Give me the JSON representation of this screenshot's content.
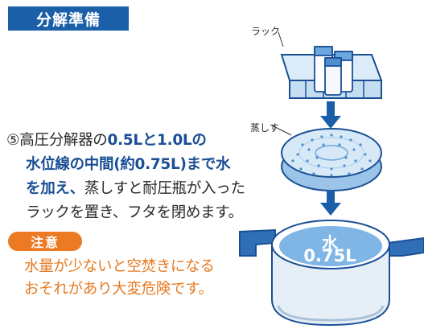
{
  "header": {
    "title": "分解準備"
  },
  "instructions": {
    "step_marker": "⑤",
    "line1_plain": "高圧分解器の",
    "line1_bold": "0.5Lと1.0Lの",
    "line2_bold": "水位線の中間(約0.75L)まで水",
    "line3_bold": "を加え、",
    "line3_plain": "蒸しすと耐圧瓶が入った",
    "line4_plain": "ラックを置き、フタを閉めます。"
  },
  "caution": {
    "badge": "注意",
    "line1": "水量が少ないと空焚きになる",
    "line2": "おそれがあり大変危険です。"
  },
  "illustration": {
    "rack_label": "ラック",
    "steamer_label": "蒸しす",
    "water_label": "水",
    "water_volume": "0.75L",
    "colors": {
      "frame": "#1a4f96",
      "rack_fill": "#dcecf8",
      "pot_fill": "#e6eef6",
      "water": "#7fb6e6",
      "arrow": "#1a5fa8"
    }
  }
}
